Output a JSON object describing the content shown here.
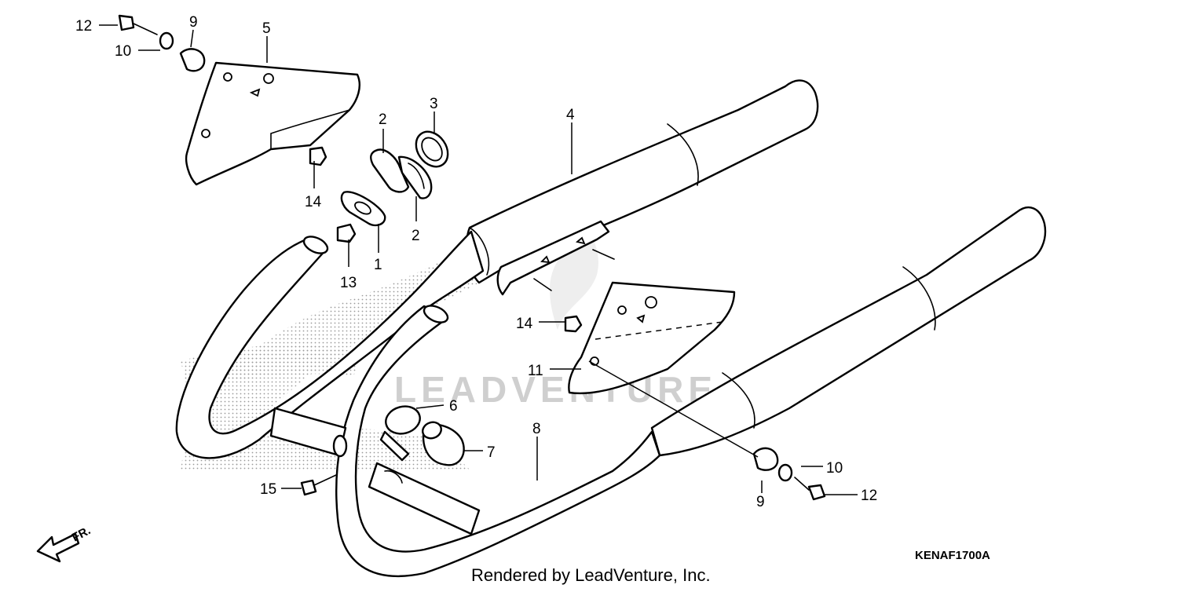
{
  "diagram": {
    "code": "KENAF1700A",
    "footer": "Rendered by LeadVenture, Inc.",
    "watermark": "LEADVENTURE",
    "front_arrow_label": "FR.",
    "callouts": {
      "c1": "1",
      "c2a": "2",
      "c2b": "2",
      "c3": "3",
      "c4": "4",
      "c5": "5",
      "c6": "6",
      "c7": "7",
      "c8": "8",
      "c9a": "9",
      "c9b": "9",
      "c10a": "10",
      "c10b": "10",
      "c11": "11",
      "c12a": "12",
      "c12b": "12",
      "c13": "13",
      "c14a": "14",
      "c14b": "14",
      "c15": "15"
    }
  }
}
